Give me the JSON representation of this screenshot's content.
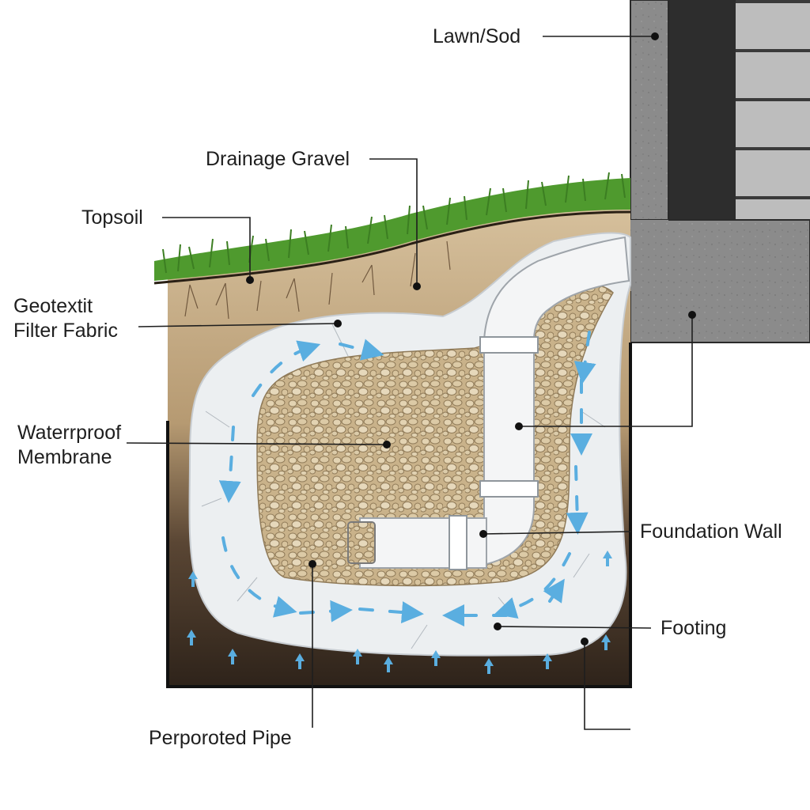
{
  "labels": {
    "lawn_sod": "Lawn/Sod",
    "drainage_gravel": "Drainage Gravel",
    "topsoil": "Topsoil",
    "geotextile_line1": "Geotextit",
    "geotextile_line2": "Filter Fabric",
    "membrane_line1": "Waterrproof",
    "membrane_line2": "Membrane",
    "foundation_wall": "Foundation Wall",
    "footing": "Footing",
    "perforated_pipe": "Perporoted Pipe"
  },
  "colors": {
    "grass": "#4f9a2e",
    "topsoil": "#cdb592",
    "subsoil": "#3a2c20",
    "gravel": "#d9c6a3",
    "fabric": "#eceff1",
    "pipe": "#f4f5f6",
    "concrete": "#8c8c8c",
    "wall_dark": "#2d2d2d",
    "siding": "#bcbcbc",
    "water_arrow": "#5aaee0",
    "leader_line": "#1e1e1e"
  }
}
